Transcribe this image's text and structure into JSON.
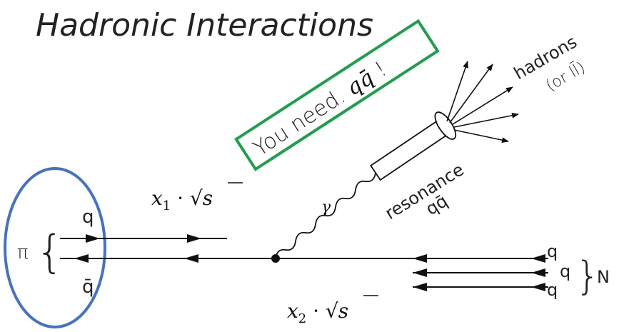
{
  "title": "Hadronic Interactions",
  "callout": {
    "prefix": "You need. ",
    "qqbar": "qq̄",
    "suffix": " !",
    "border_color": "#1aa14a"
  },
  "highlight": {
    "ellipse_color": "#4472c4"
  },
  "labels": {
    "pion": "π",
    "brace": "{",
    "quark": "q",
    "antiquark": "q̄",
    "photon": "γ",
    "resonance": "resonance",
    "resonance_qqbar": "qq̄",
    "hadrons": "hadrons",
    "or_leptons": "(or ll̄)",
    "nucleon": "N",
    "nucleon_brace": "}",
    "nucleon_quarks": [
      "q",
      "q",
      "q"
    ]
  },
  "formulas": {
    "x1": {
      "var": "x",
      "sub": "1",
      "dot": " · ",
      "root": "√",
      "arg": "s"
    },
    "x2": {
      "var": "x",
      "sub": "2",
      "dot": " · ",
      "root": "√",
      "arg": "s"
    }
  }
}
